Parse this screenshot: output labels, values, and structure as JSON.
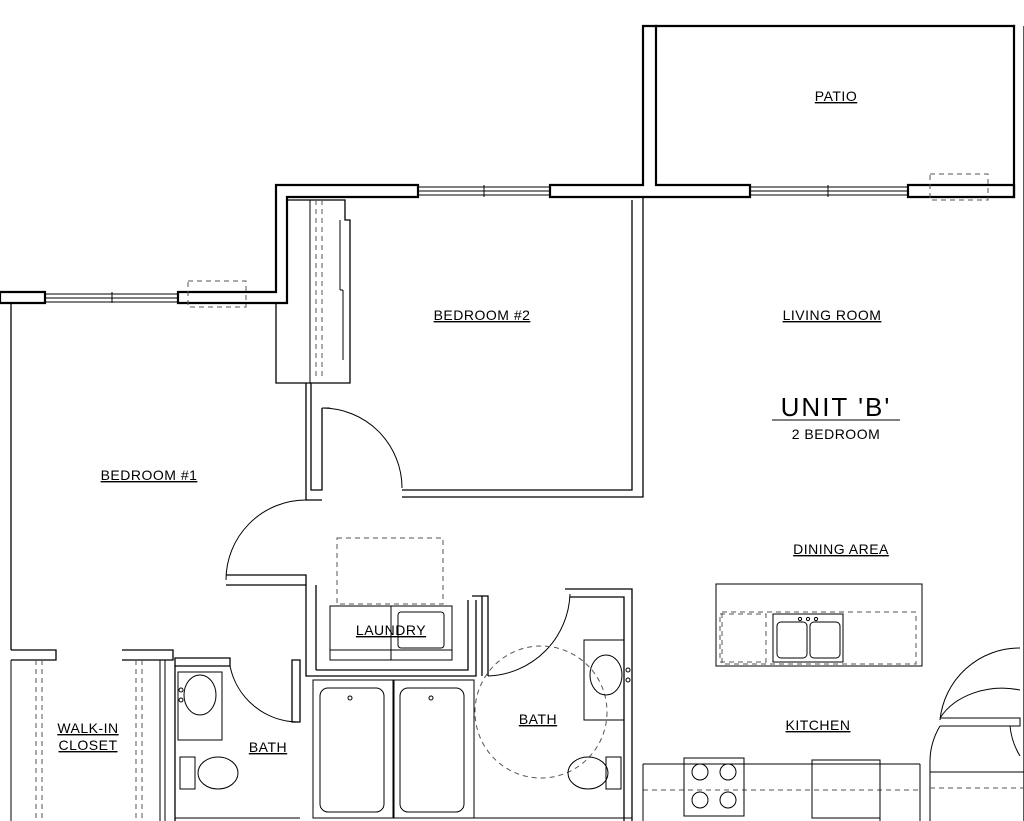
{
  "rooms": {
    "patio": "PATIO",
    "bedroom2": "BEDROOM #2",
    "living_room": "LIVING ROOM",
    "bedroom1": "BEDROOM #1",
    "dining_area": "DINING AREA",
    "laundry": "LAUNDRY",
    "bath_left": "BATH",
    "bath_right": "BATH",
    "kitchen": "KITCHEN",
    "closet_line1": "WALK-IN",
    "closet_line2": "CLOSET"
  },
  "unit": {
    "name": "UNIT 'B'",
    "subtitle": "2 BEDROOM"
  }
}
